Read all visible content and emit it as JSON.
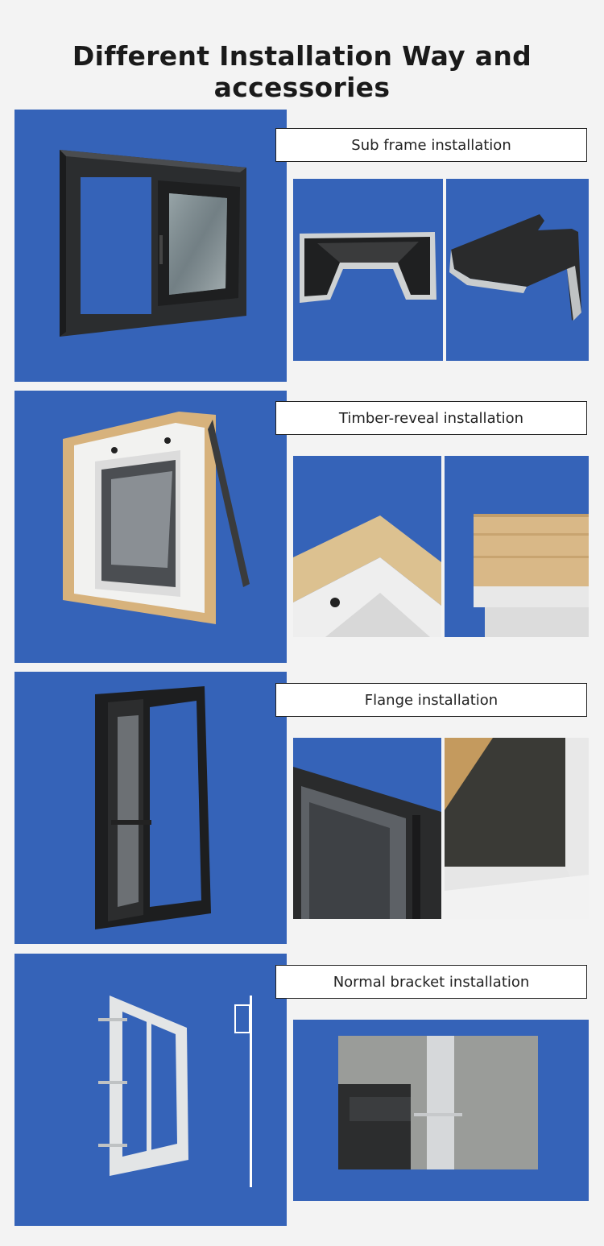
{
  "page": {
    "title": "Different Installation Way and accessories"
  },
  "sections": [
    {
      "label": "Sub frame installation"
    },
    {
      "label": "Timber-reveal installation"
    },
    {
      "label": "Flange installation"
    },
    {
      "label": "Normal bracket installation"
    }
  ],
  "colors": {
    "panel_blue": "#3563b8",
    "background": "#f3f3f3"
  }
}
